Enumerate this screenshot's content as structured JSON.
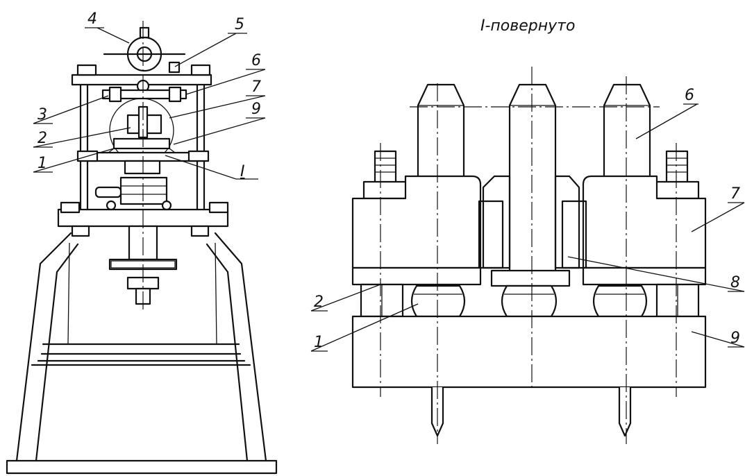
{
  "view_title": "I-повернуто",
  "left_view": {
    "labels": [
      {
        "key": "label-4",
        "text": "4"
      },
      {
        "key": "label-5",
        "text": "5"
      },
      {
        "key": "label-6",
        "text": "6"
      },
      {
        "key": "label-7",
        "text": "7"
      },
      {
        "key": "label-3",
        "text": "3"
      },
      {
        "key": "label-9",
        "text": "9"
      },
      {
        "key": "label-2",
        "text": "2"
      },
      {
        "key": "label-1",
        "text": "1"
      },
      {
        "key": "label-I",
        "text": "I"
      }
    ]
  },
  "right_view": {
    "labels": [
      {
        "key": "label-6",
        "text": "6"
      },
      {
        "key": "label-7",
        "text": "7"
      },
      {
        "key": "label-8",
        "text": "8"
      },
      {
        "key": "label-2",
        "text": "2"
      },
      {
        "key": "label-1",
        "text": "1"
      },
      {
        "key": "label-9",
        "text": "9"
      }
    ]
  }
}
